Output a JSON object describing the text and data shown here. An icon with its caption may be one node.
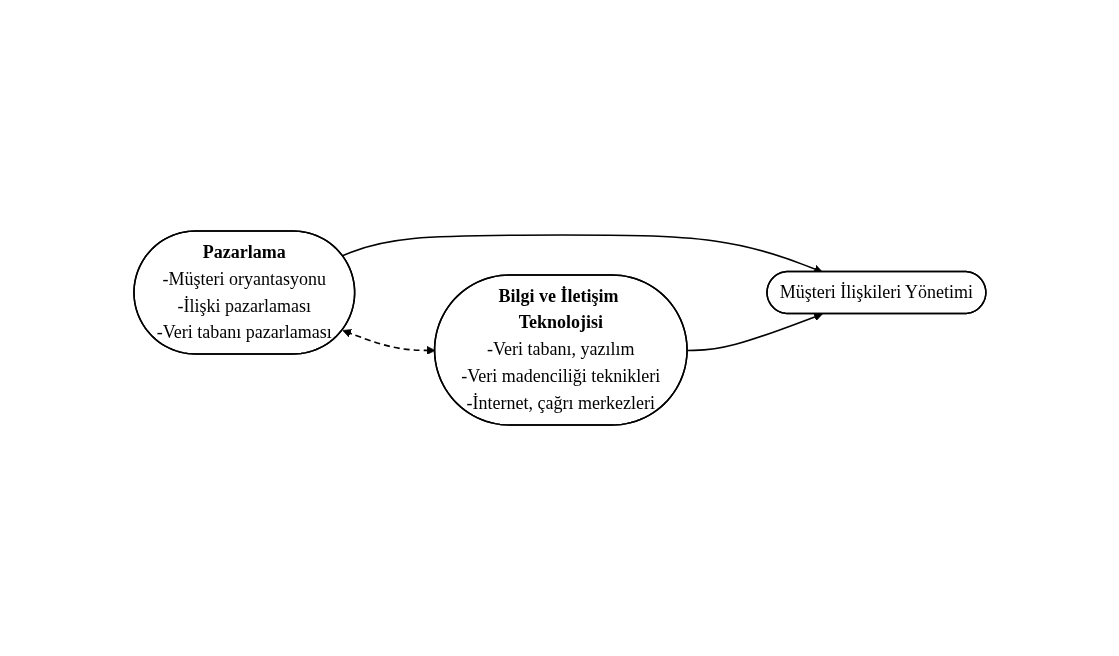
{
  "diagram": {
    "nodes": [
      {
        "text": [
          "Pazarlama",
          "-Müşteri oryantasyonu",
          "-İlişki pazarlaması",
          "-Veri tabanı pazarlaması"
        ]
      },
      {
        "text": [
          "Bilgi ve İletişim Teknolojisi",
          "-Veri tabanı, yazılım",
          "-Veri madenciliği teknikleri",
          "-İnternet, çağrı merkezleri"
        ]
      },
      {
        "text": [
          "Müşteri İlişkileri Yönetimi"
        ]
      }
    ],
    "edges": [
      {
        "from": 0,
        "to": 1,
        "arrow": "both",
        "style": "dashed"
      },
      {
        "from": 0,
        "to": 2,
        "arrow": "to"
      },
      {
        "from": 1,
        "to": 2,
        "arrow": "to"
      }
    ]
  }
}
